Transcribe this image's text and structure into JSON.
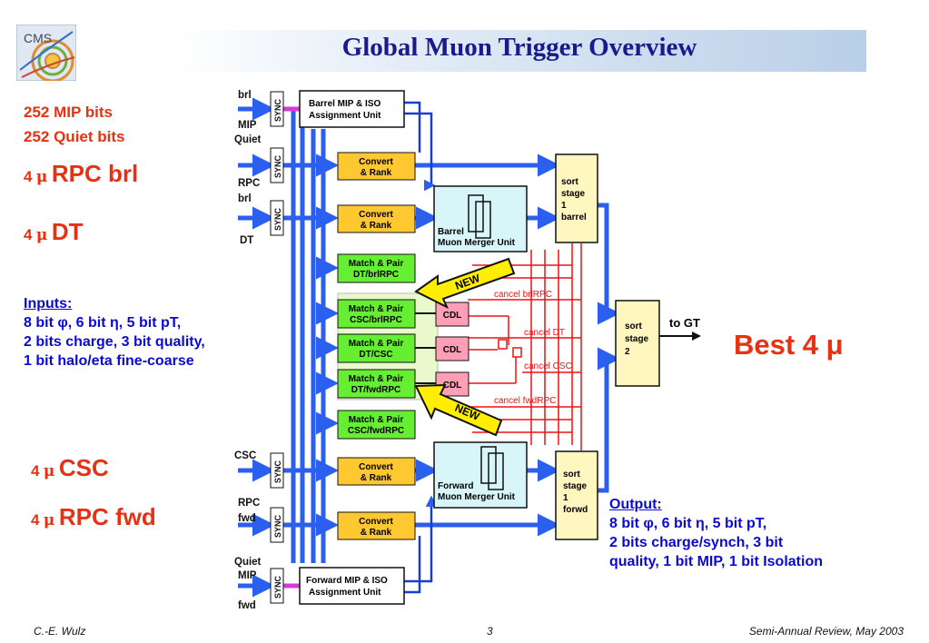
{
  "title": "Global Muon Trigger Overview",
  "left": {
    "mip_bits": "252 MIP bits",
    "quiet_bits": "252 Quiet bits",
    "mu": "μ",
    "four": "4",
    "rpc_brl": "RPC brl",
    "dt": "DT",
    "csc": "CSC",
    "rpc_fwd": "RPC fwd"
  },
  "inputs": {
    "heading": "Inputs:",
    "line1": "8 bit φ, 6 bit η, 5 bit pT,",
    "line2": "2 bits charge, 3 bit quality,",
    "line3": "1 bit halo/eta fine-coarse"
  },
  "best": "Best 4 μ",
  "output": {
    "heading": "Output:",
    "line1": "8 bit φ, 6 bit η, 5 bit pT,",
    "line2": "2 bits charge/synch, 3 bit",
    "line3": "quality, 1 bit MIP, 1 bit Isolation"
  },
  "diagram": {
    "in_brl": "brl",
    "in_mip": "MIP",
    "in_quiet": "Quiet",
    "in_rpc": "RPC",
    "in_brl2": "brl",
    "in_dt": "DT",
    "in_csc": "CSC",
    "in_rpc2": "RPC",
    "in_fwd": "fwd",
    "in_quiet2": "Quiet",
    "in_mip2": "MIP",
    "in_fwd2": "fwd",
    "sync": "SYNC",
    "barrel_mip_1": "Barrel MIP & ISO",
    "barrel_mip_2": "Assignment Unit",
    "forward_mip_1": "Forward MIP & ISO",
    "forward_mip_2": "Assignment Unit",
    "convert_1": "Convert",
    "convert_2": "& Rank",
    "mp_dt_brlrpc_1": "Match & Pair",
    "mp_dt_brlrpc_2": "DT/brlRPC",
    "mp_csc_brlrpc_1": "Match & Pair",
    "mp_csc_brlrpc_2": "CSC/brlRPC",
    "mp_dt_csc_1": "Match & Pair",
    "mp_dt_csc_2": "DT/CSC",
    "mp_dt_fwdrpc_1": "Match & Pair",
    "mp_dt_fwdrpc_2": "DT/fwdRPC",
    "mp_csc_fwdrpc_1": "Match & Pair",
    "mp_csc_fwdrpc_2": "CSC/fwdRPC",
    "cdl": "CDL",
    "barrel_merger_1": "Barrel",
    "barrel_merger_2": "Muon Merger Unit",
    "forward_merger_1": "Forward",
    "forward_merger_2": "Muon Merger Unit",
    "sort1b_1": "sort",
    "sort1b_2": "stage",
    "sort1b_3": "1",
    "sort1b_4": "barrel",
    "sort1f_1": "sort",
    "sort1f_2": "stage",
    "sort1f_3": "1",
    "sort1f_4": "forwd",
    "sort2_1": "sort",
    "sort2_2": "stage",
    "sort2_3": "2",
    "to_gt": "to GT",
    "new": "NEW",
    "cancel_brlrpc": "cancel brlRPC",
    "cancel_dt": "cancel DT",
    "cancel_csc": "cancel CSC",
    "cancel_fwdrpc": "cancel fwdRPC"
  },
  "footer": {
    "author": "C.-E. Wulz",
    "page": "3",
    "event": "Semi-Annual Review, May 2003"
  },
  "colors": {
    "title": "#1a1a8c",
    "red_text": "#e63212",
    "blue_text": "#0a0ad0",
    "bus_blue": "#2a5ff0",
    "convert_orange": "#ffc830",
    "match_green": "#66ee33",
    "cdl_pink": "#ff9fb6",
    "merger_cyan": "#d8f6fa",
    "sort_yellow": "#fff6c0",
    "cancel_red": "#ee1111",
    "new_yellow": "#ffee00"
  }
}
